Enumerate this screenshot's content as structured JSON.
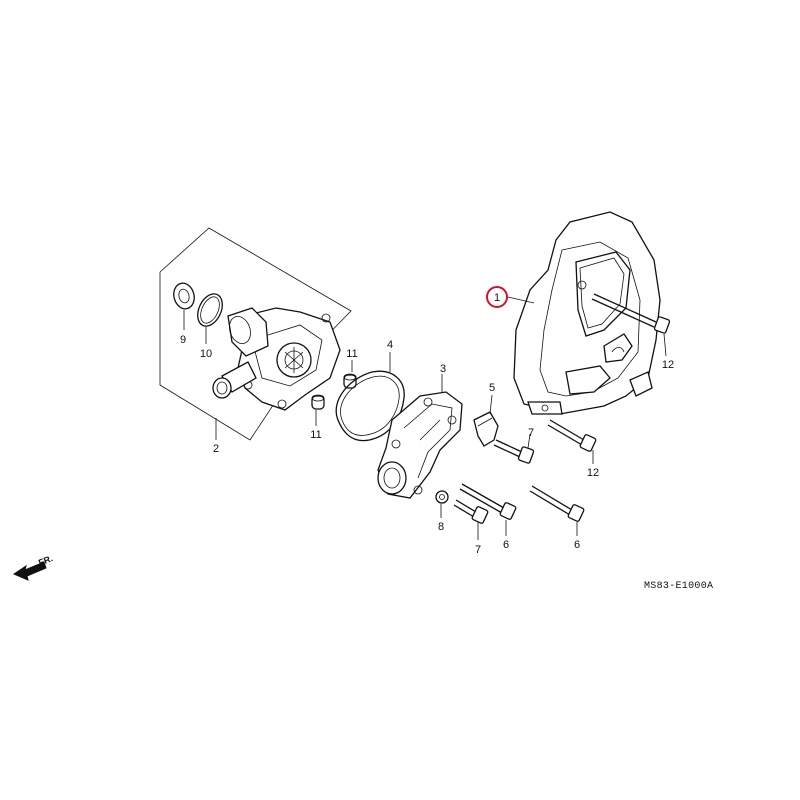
{
  "diagram": {
    "code": "MS83-E1000A",
    "direction_label": "FR.",
    "highlight_color": "#d6112a",
    "callouts": [
      "1",
      "2",
      "3",
      "4",
      "5",
      "6",
      "6",
      "7",
      "7",
      "8",
      "9",
      "10",
      "11",
      "11",
      "12",
      "12"
    ]
  }
}
